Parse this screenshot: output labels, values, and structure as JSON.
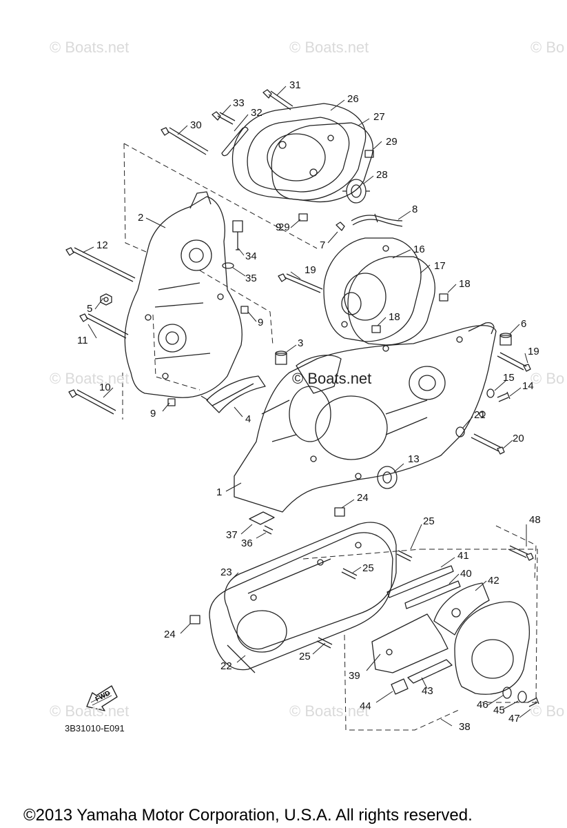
{
  "watermarks": [
    "© Boats.net",
    "© Boats.net",
    "© Bo",
    "© Boats.net",
    "© Bo",
    "© Boats.net",
    "© Boats.net",
    "© Bo"
  ],
  "center_watermark": "© Boats.net",
  "callouts": [
    "1",
    "2",
    "3",
    "4",
    "5",
    "6",
    "7",
    "8",
    "9",
    "9",
    "9",
    "10",
    "11",
    "12",
    "13",
    "14",
    "15",
    "16",
    "17",
    "18",
    "18",
    "19",
    "19",
    "20",
    "21",
    "22",
    "23",
    "24",
    "24",
    "25",
    "25",
    "25",
    "26",
    "27",
    "28",
    "29",
    "29",
    "30",
    "31",
    "32",
    "33",
    "34",
    "35",
    "36",
    "37",
    "38",
    "39",
    "40",
    "41",
    "42",
    "43",
    "44",
    "45",
    "46",
    "47",
    "48"
  ],
  "fwd_label": "FWD",
  "diagram_code": "3B31010-E091",
  "copyright": "©2013 Yamaha Motor Corporation, U.S.A. All rights reserved."
}
